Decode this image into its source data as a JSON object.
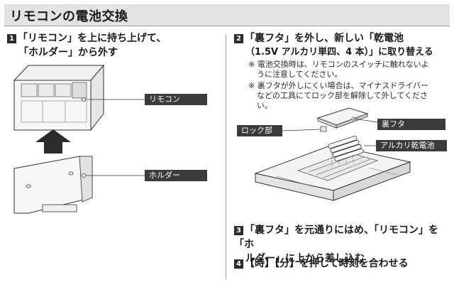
{
  "title": "リモコンの電池交換",
  "steps": [
    {
      "num": "1",
      "line1": "「リモコン」を上に持ち上げて、",
      "line2": "「ホルダー」から外す"
    },
    {
      "num": "2",
      "line1": "「裏フタ」を外し、新しい「乾電池",
      "line2": "（1.5V アルカリ単四、4 本）」に取り替える"
    },
    {
      "num": "3",
      "line1": "「裏フタ」を元通りにはめ、「リモコン」を「ホ",
      "line2": "ルダー」に上から差し込む"
    },
    {
      "num": "4",
      "line1": "【時】【分】を押して時刻を合わせる"
    }
  ],
  "notes": [
    {
      "line1": "※ 電池交換時は、リモコンのスイッチに触れないよ",
      "line2": "うに注意してください。"
    },
    {
      "line1": "※ 裏フタが外しにくい場合は、マイナスドライバー",
      "line2": "などの工具にてロック部を解除して外してくださ",
      "line3": "い。"
    }
  ],
  "callouts": {
    "remote": "リモコン",
    "holder": "ホルダー",
    "lock": "ロック部",
    "back_cover": "裏フタ",
    "battery": "アルカリ乾電池"
  }
}
